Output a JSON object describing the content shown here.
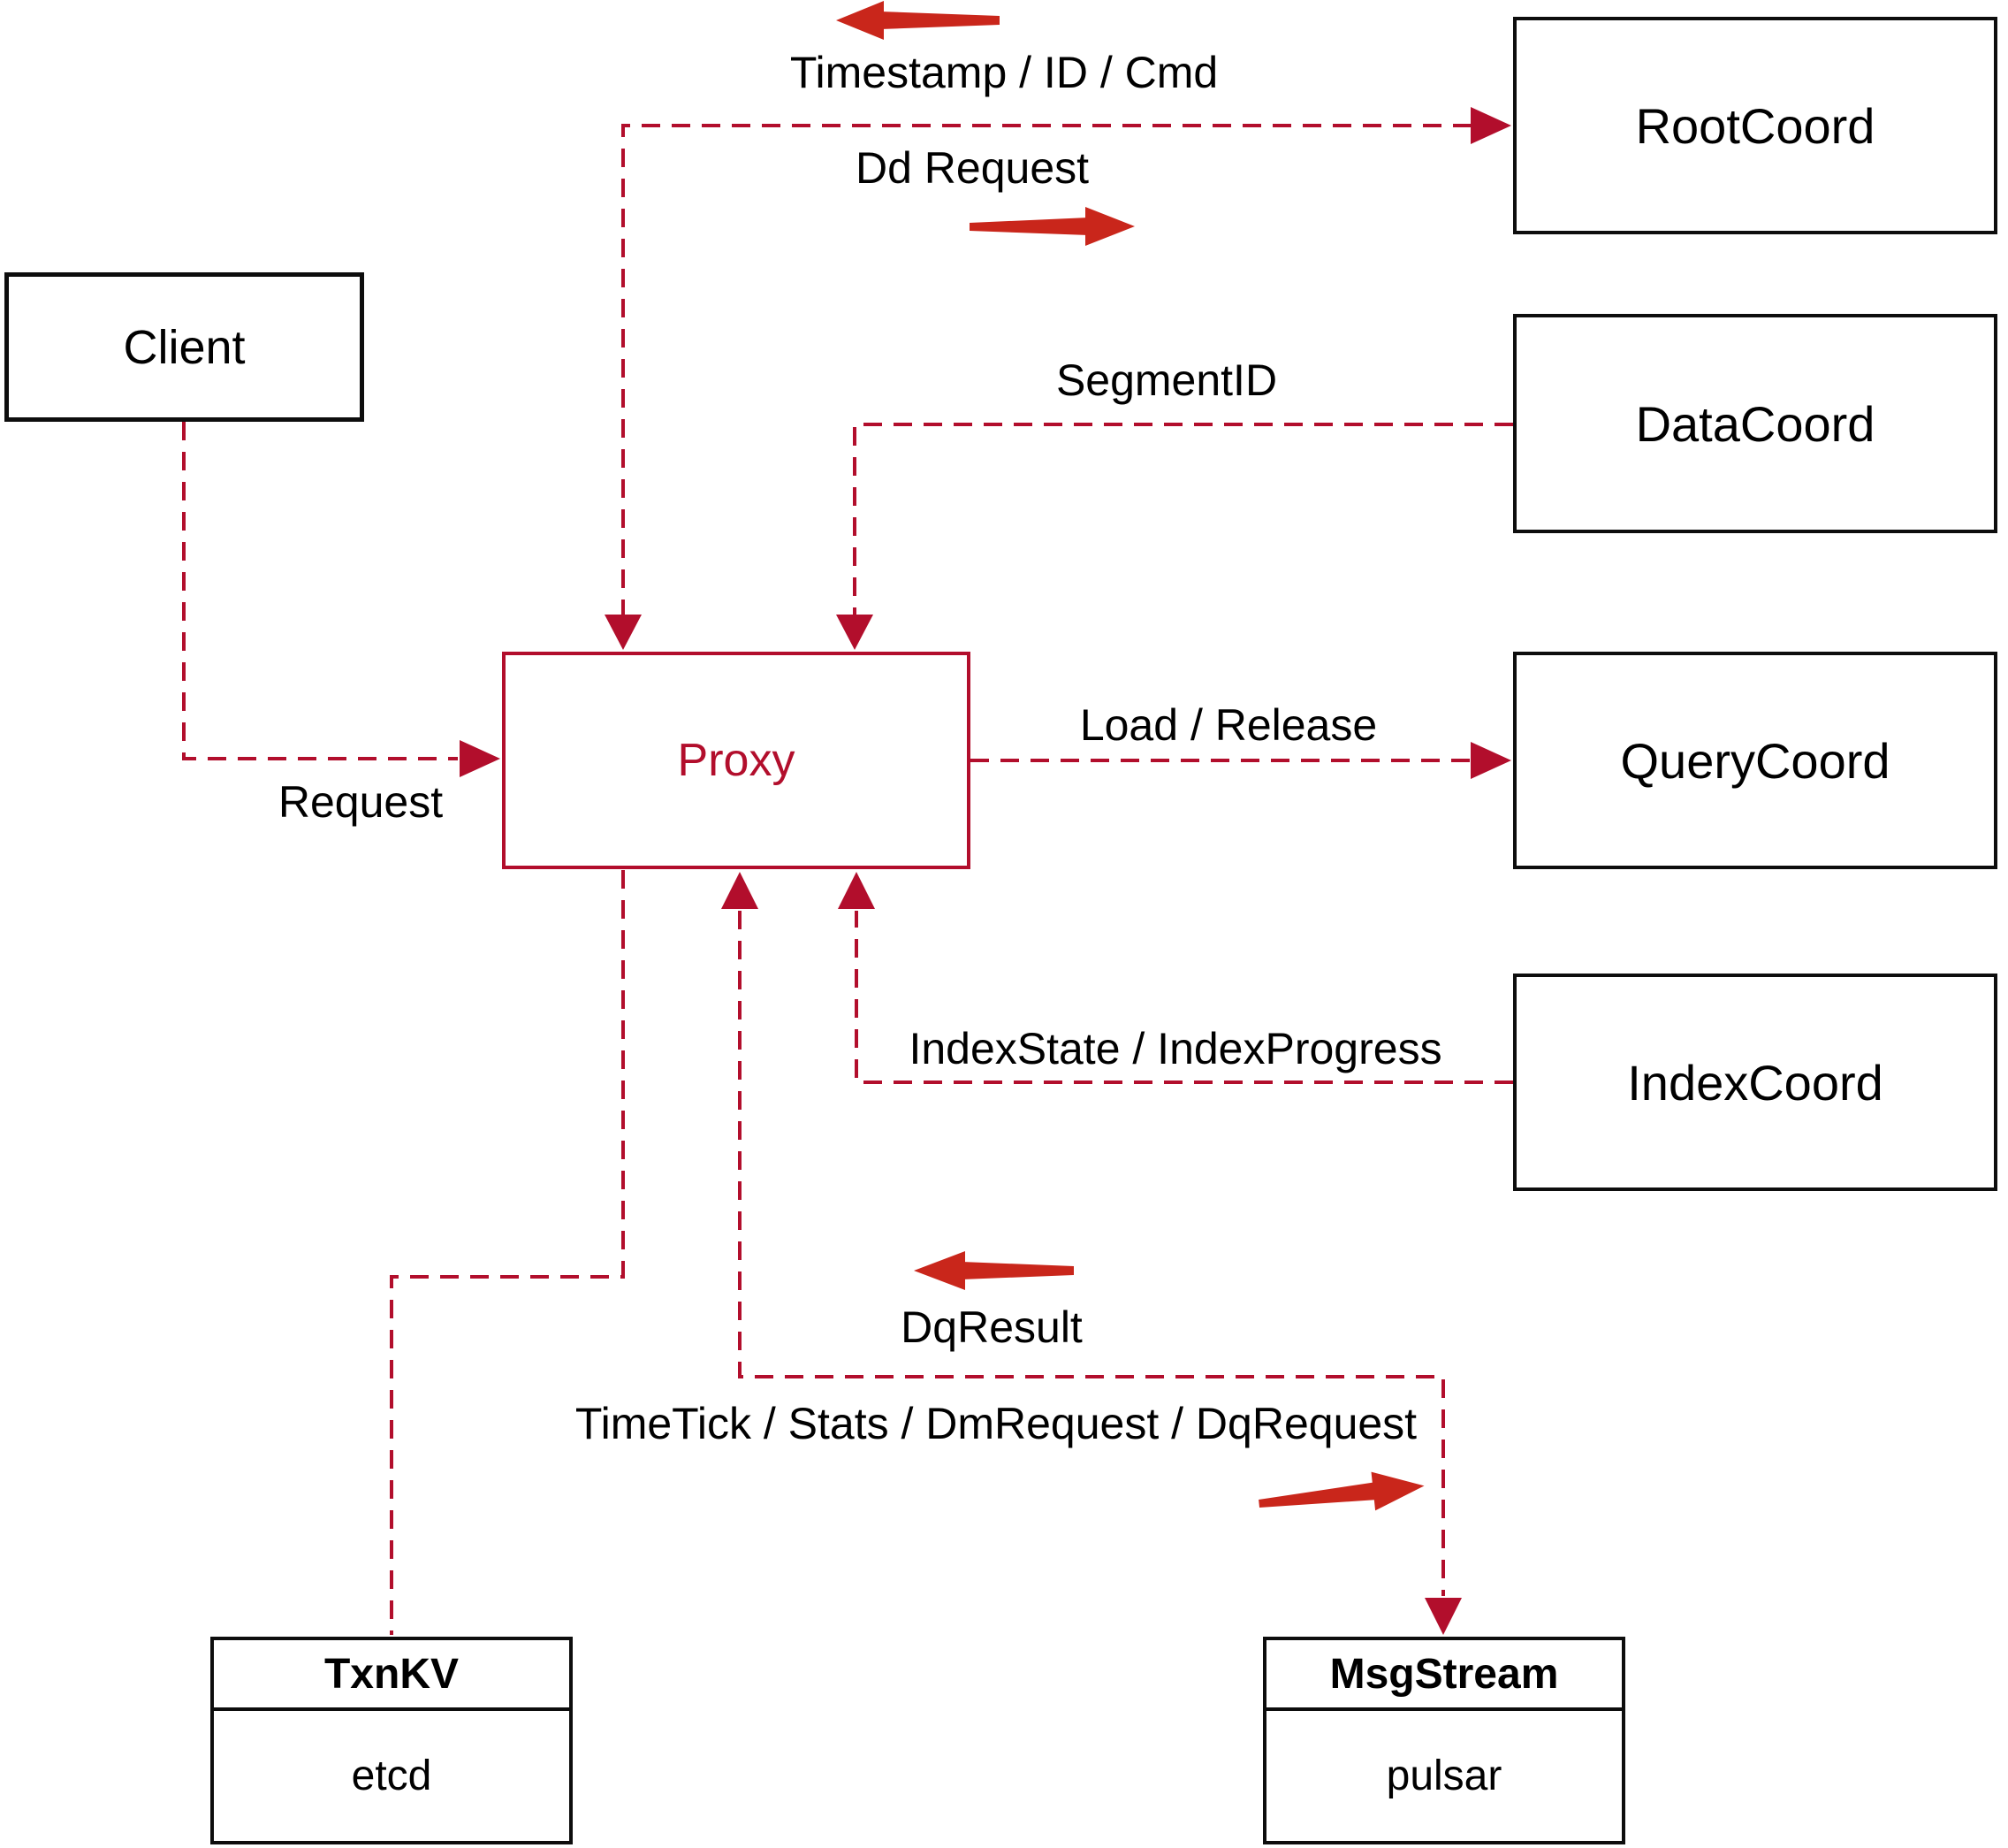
{
  "nodes": {
    "client": {
      "label": "Client"
    },
    "proxy": {
      "label": "Proxy"
    },
    "root_coord": {
      "label": "RootCoord"
    },
    "data_coord": {
      "label": "DataCoord"
    },
    "query_coord": {
      "label": "QueryCoord"
    },
    "index_coord": {
      "label": "IndexCoord"
    },
    "txn_kv": {
      "title": "TxnKV",
      "impl": "etcd"
    },
    "msg_stream": {
      "title": "MsgStream",
      "impl": "pulsar"
    }
  },
  "edge_labels": {
    "timestamp": "Timestamp / ID / Cmd",
    "dd_request": "Dd Request",
    "segment_id": "SegmentID",
    "request": "Request",
    "load_release": "Load / Release",
    "index_state": "IndexState / IndexProgress",
    "dq_result": "DqResult",
    "time_tick": "TimeTick / Stats / DmRequest / DqRequest"
  },
  "colors": {
    "line_dashed": "#b20e2c",
    "arrow_solid": "#c9261b",
    "node_border": "#0d0d0d",
    "proxy_accent": "#b20e2c",
    "background": "#ffffff",
    "text": "#000000"
  }
}
